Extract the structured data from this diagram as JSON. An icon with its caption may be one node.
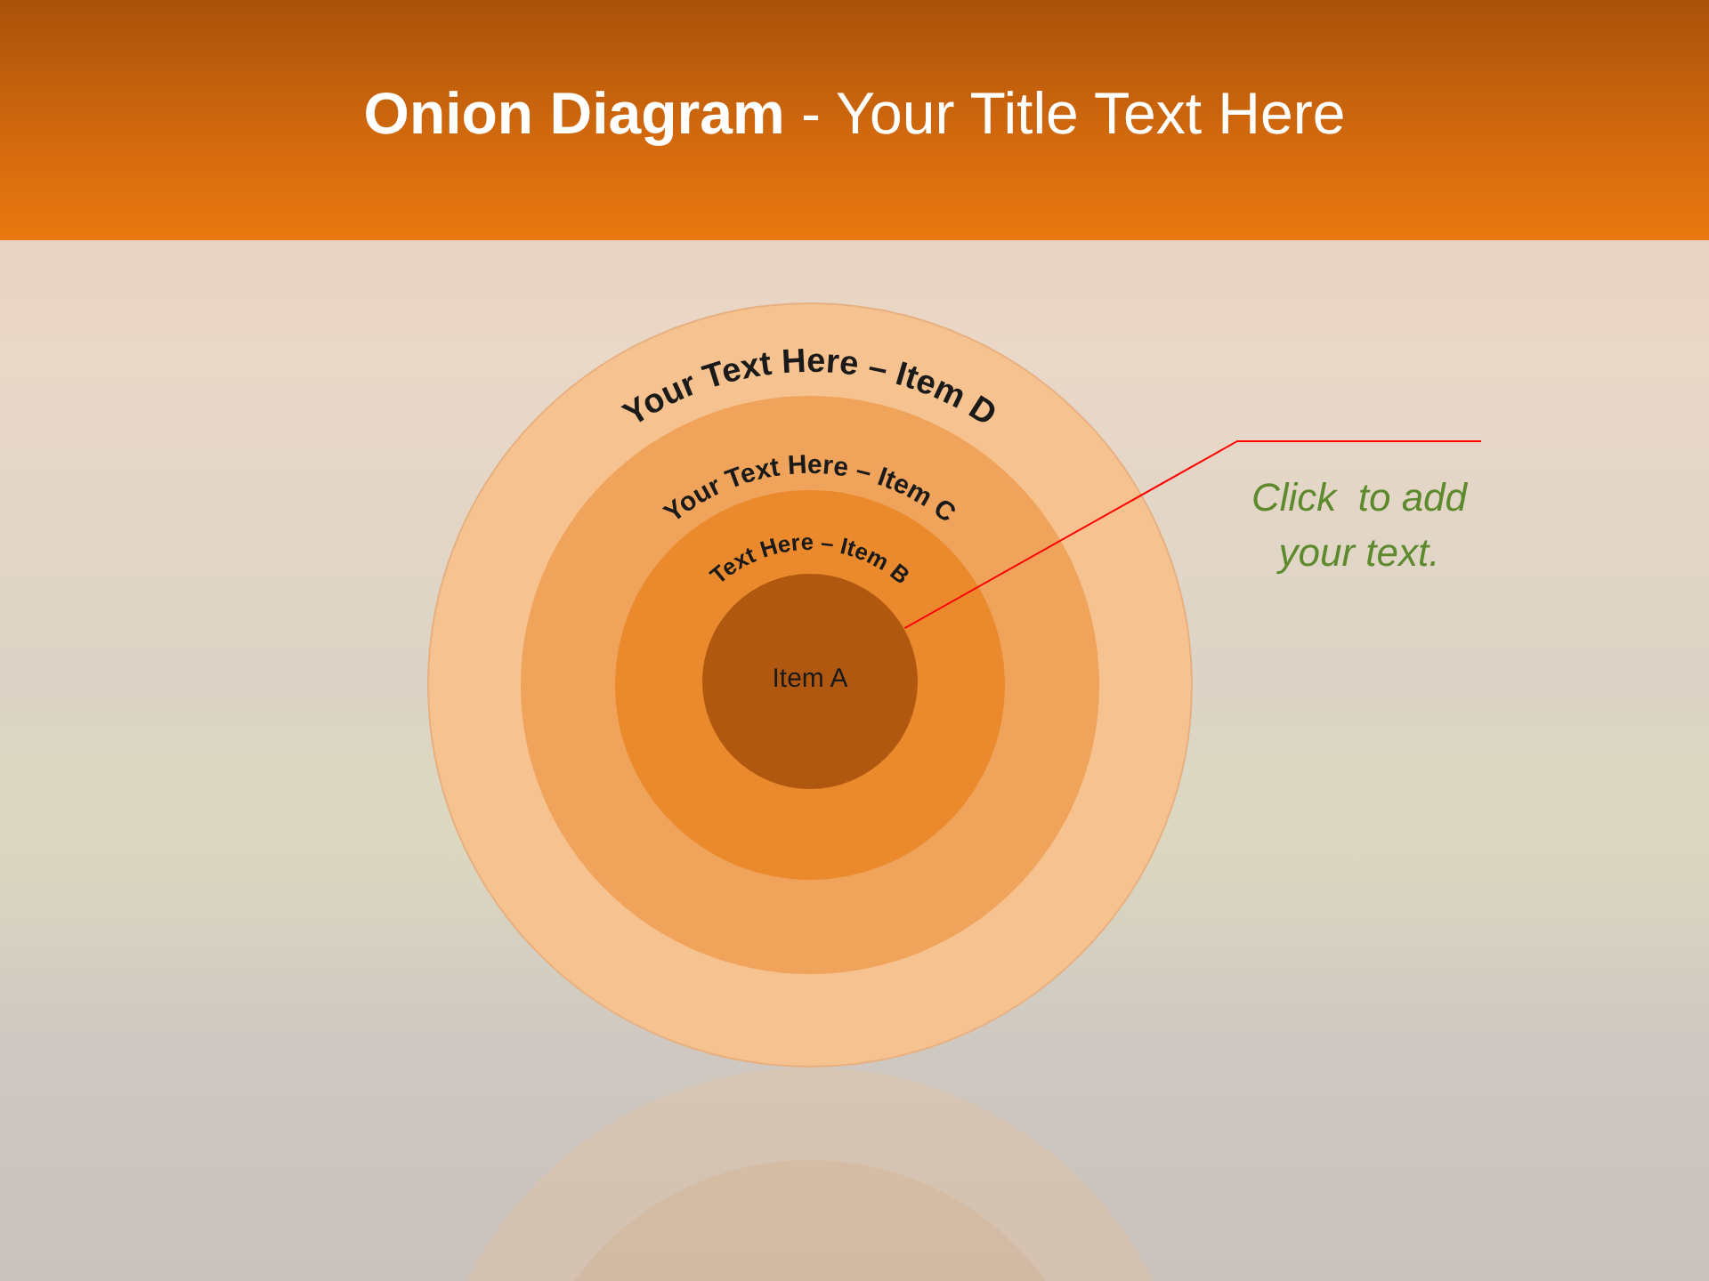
{
  "diagram": {
    "title": "**Onion Diagram** - Your Title Text Here",
    "nodes": [
      {
        "text": [
          "Your Text Here – Item D"
        ]
      },
      {
        "text": [
          "Your Text Here – Item C"
        ],
        "in": 0
      },
      {
        "text": [
          "Text Here – Item B"
        ],
        "in": 1
      },
      {
        "text": [
          "Item A"
        ],
        "in": 2
      },
      {
        "text": [
          "Click  to add your text."
        ]
      }
    ],
    "edges": [
      {
        "from": 4,
        "to": 3,
        "arrow": "none",
        "color": "#ff0000"
      }
    ]
  }
}
